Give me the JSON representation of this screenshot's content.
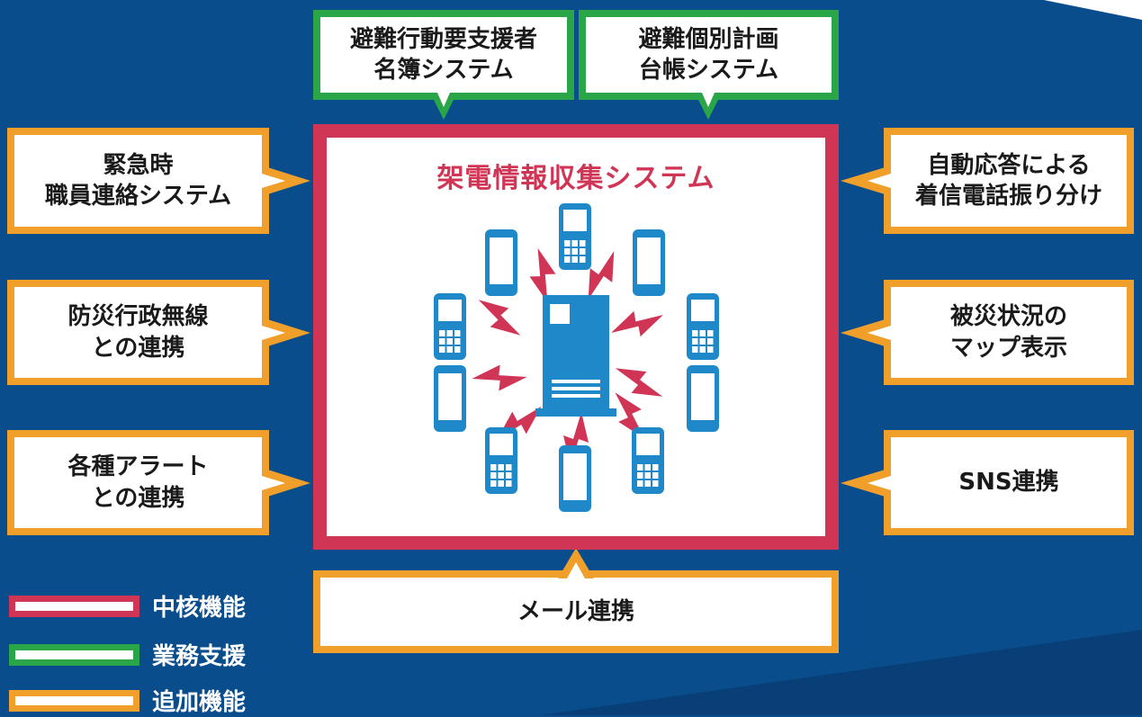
{
  "core": {
    "title": "架電情報収集システム"
  },
  "top_boxes": [
    {
      "line1": "避難行動要支援者",
      "line2": "名簿システム"
    },
    {
      "line1": "避難個別計画",
      "line2": "台帳システム"
    }
  ],
  "left_boxes": [
    {
      "line1": "緊急時",
      "line2": "職員連絡システム"
    },
    {
      "line1": "防災行政無線",
      "line2": "との連携"
    },
    {
      "line1": "各種アラート",
      "line2": "との連携"
    }
  ],
  "right_boxes": [
    {
      "line1": "自動応答による",
      "line2": "着信電話振り分け"
    },
    {
      "line1": "被災状況の",
      "line2": "マップ表示"
    },
    {
      "line1": "SNS連携"
    }
  ],
  "bottom_box": {
    "line1": "メール連携"
  },
  "legend": [
    {
      "label": "中核機能",
      "color": "#d13556"
    },
    {
      "label": "業務支援",
      "color": "#2aa548"
    },
    {
      "label": "追加機能",
      "color": "#f0a02a"
    }
  ],
  "colors": {
    "background": "#0a4d8d",
    "core": "#d13556",
    "business_support": "#2aa548",
    "additional": "#f0a02a",
    "illustration": "#1e88c8"
  }
}
